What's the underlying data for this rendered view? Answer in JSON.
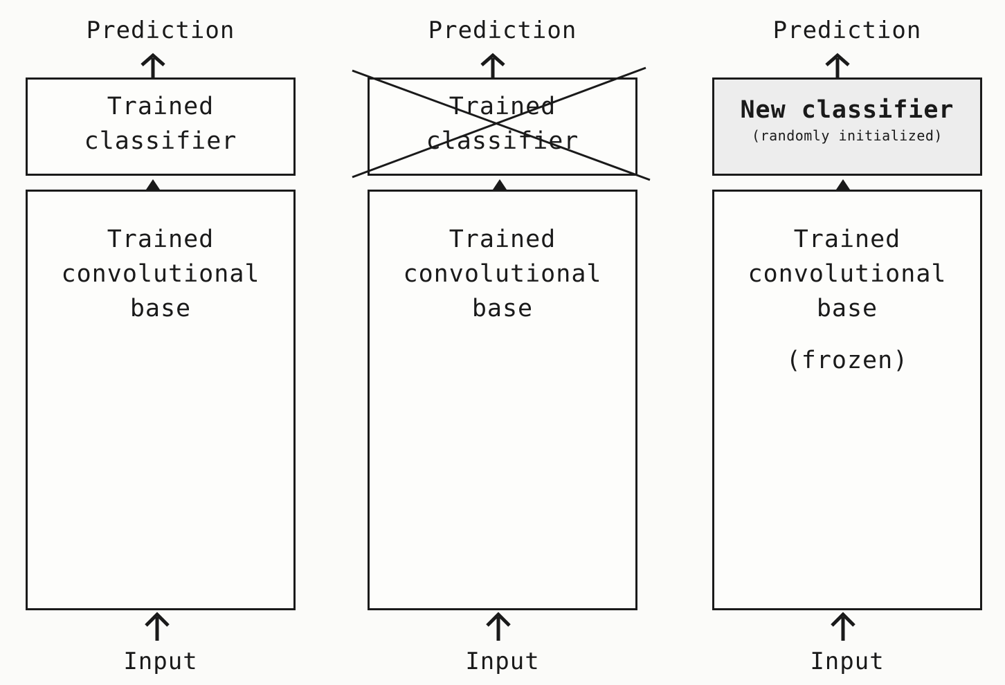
{
  "columns": [
    {
      "prediction_label": "Prediction",
      "classifier_lines": [
        "Trained",
        "classifier"
      ],
      "base_text": "Trained\nconvolutional\nbase",
      "input_label": "Input"
    },
    {
      "prediction_label": "Prediction",
      "classifier_lines": [
        "Trained",
        "classifier"
      ],
      "base_text": "Trained\nconvolutional\nbase",
      "input_label": "Input"
    },
    {
      "prediction_label": "Prediction",
      "classifier_title": "New classifier",
      "classifier_subtitle": "(randomly initialized)",
      "base_text": "Trained\nconvolutional\nbase",
      "base_note": "(frozen)",
      "input_label": "Input"
    }
  ],
  "colors": {
    "stroke": "#1a1a1a",
    "background": "#fbfbf9",
    "new_classifier_fill": "#ededed"
  }
}
